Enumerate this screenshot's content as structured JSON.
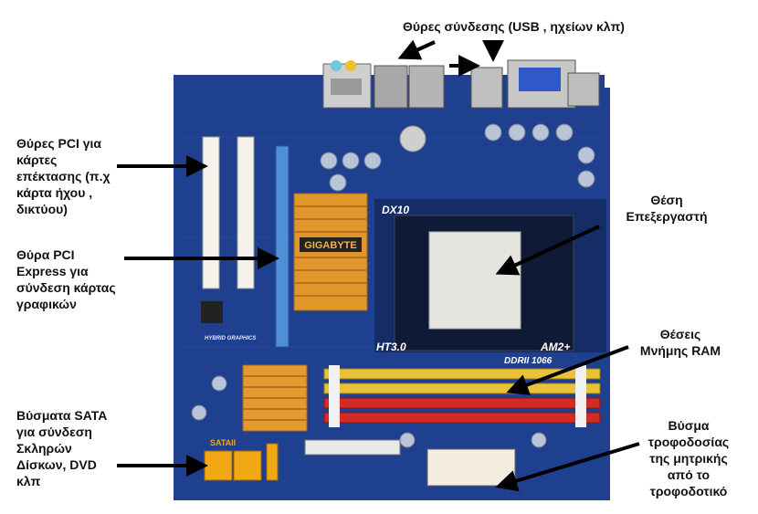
{
  "labels": {
    "ports": "Θύρες σύνδεσης (USB , ηχείων κλπ)",
    "pci": [
      "Θύρες PCI για",
      "κάρτες",
      "επέκτασης (π.χ",
      "κάρτα ήχου ,",
      "δικτύου)"
    ],
    "pcie": [
      "Θύρα PCI",
      "Express για",
      "σύνδεση κάρτας",
      "γραφικών"
    ],
    "sata": [
      "Βύσματα SATA",
      "για σύνδεση",
      "Σκληρών",
      "Δίσκων, DVD",
      "κλπ"
    ],
    "cpu": [
      "Θέση",
      "Επεξεργαστή"
    ],
    "ram": [
      "Θέσεις",
      "Μνήμης RAM"
    ],
    "psu": [
      "Βύσμα",
      "τροφοδοσίας",
      "της μητρικής",
      "από το",
      "τροφοδοτικό"
    ]
  },
  "board": {
    "brand": "GIGABYTE",
    "socket_top": "DX10",
    "socket_left": "HT3.0",
    "socket_right": "AM2+",
    "ddr": "DDRII 1066",
    "sata_label": "SATAII",
    "hybrid": "HYBRID GRAPHICS"
  },
  "colors": {
    "board": "#1f3f8f",
    "heatsink": "#e0962a",
    "ram_yellow": "#e8c238",
    "ram_red": "#d62a22",
    "pcie_slot": "#4f8fd8",
    "sata": "#f2a814"
  }
}
